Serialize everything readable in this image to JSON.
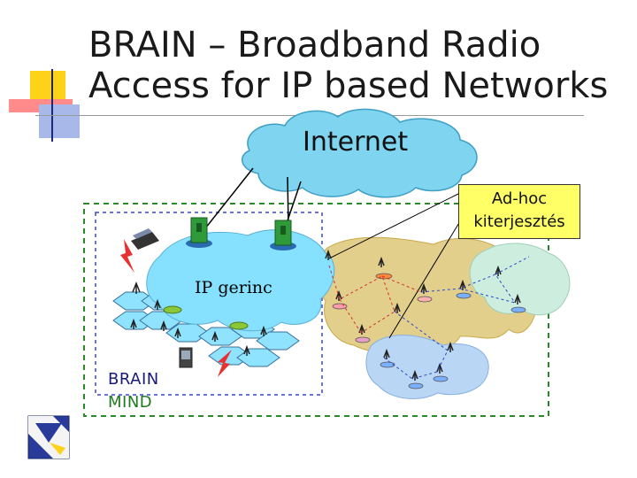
{
  "slide": {
    "title_line1": "BRAIN – Broadband Radio",
    "title_line2": "Access for IP based Networks"
  },
  "diagram": {
    "internet_label": "Internet",
    "callout_line1": "Ad-hoc",
    "callout_line2": "kiterjesztés",
    "backbone_label": "IP gerinc",
    "brain_label": "BRAIN",
    "mind_label": "MIND"
  },
  "colors": {
    "cloud_fill": "#7fd4f0",
    "backbone_fill": "#86e0ff",
    "adhoc_region_fill": "#e8d79a",
    "callout_fill": "#ffff66",
    "deco_yellow": "#ffd21a",
    "deco_red": "#ff6b6b",
    "deco_blue": "#3a63c8"
  },
  "icons": [
    "router-icon",
    "laptop-icon",
    "pda-icon",
    "lightning-icon",
    "antenna-icon",
    "logo-icon"
  ]
}
